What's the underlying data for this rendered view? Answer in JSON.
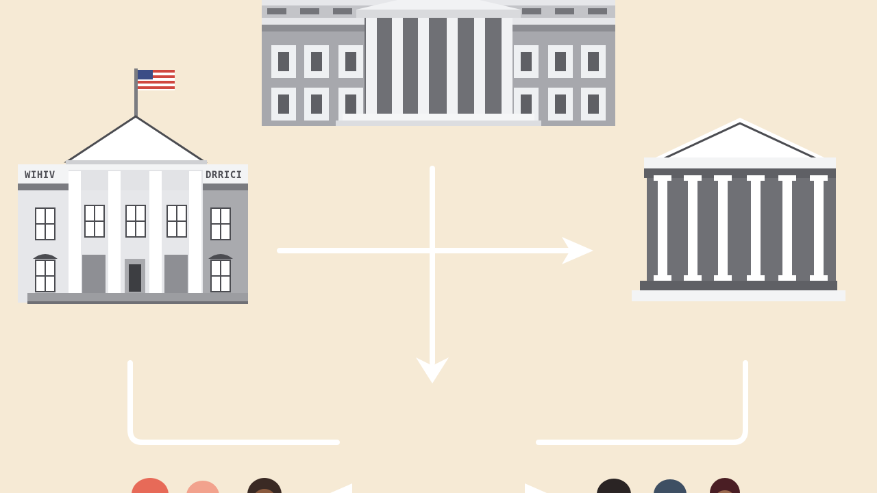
{
  "diagram": {
    "nodes": [
      {
        "id": "capitol",
        "icon": "capitol-building-icon"
      },
      {
        "id": "white-house",
        "icon": "white-house-icon",
        "sign_left": "WIHIV",
        "sign_right": "DRRICI"
      },
      {
        "id": "courthouse",
        "icon": "courthouse-icon"
      },
      {
        "id": "citizens-left",
        "icon": "people-group-icon"
      },
      {
        "id": "citizens-right",
        "icon": "people-group-icon"
      }
    ],
    "arrows": [
      {
        "from": "white-house",
        "to": "courthouse"
      },
      {
        "from": "capitol",
        "to": "people"
      }
    ],
    "colors": {
      "background": "#f6ead5",
      "building_light": "#e6e7ea",
      "building_mid": "#a7a8ad",
      "building_dark": "#6f7075",
      "arrow": "#ffffff"
    }
  }
}
